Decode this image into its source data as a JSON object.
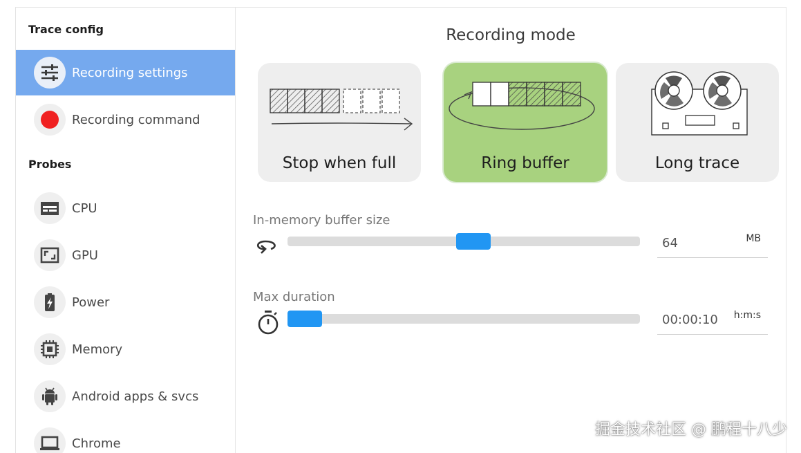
{
  "sidebar": {
    "trace_config_title": "Trace config",
    "probes_title": "Probes",
    "recording_items": [
      {
        "label": "Recording settings",
        "icon": "sliders-icon",
        "active": true
      },
      {
        "label": "Recording command",
        "icon": "record-dot-icon",
        "active": false
      }
    ],
    "probe_items": [
      {
        "label": "CPU",
        "icon": "cpu-icon"
      },
      {
        "label": "GPU",
        "icon": "gpu-icon"
      },
      {
        "label": "Power",
        "icon": "battery-charging-icon"
      },
      {
        "label": "Memory",
        "icon": "memory-chip-icon"
      },
      {
        "label": "Android apps & svcs",
        "icon": "android-icon"
      },
      {
        "label": "Chrome",
        "icon": "laptop-icon"
      }
    ]
  },
  "main": {
    "recording_mode_title": "Recording mode",
    "modes": [
      {
        "label": "Stop when full",
        "selected": false
      },
      {
        "label": "Ring buffer",
        "selected": true
      },
      {
        "label": "Long trace",
        "selected": false
      }
    ],
    "buffer": {
      "label": "In-memory buffer size",
      "value": "64",
      "unit": "MB",
      "slider_fraction": 0.53,
      "icon": "loop-arrow-icon"
    },
    "duration": {
      "label": "Max duration",
      "value": "00:00:10",
      "unit": "h:m:s",
      "slider_fraction": 0.0,
      "icon": "stopwatch-icon"
    }
  },
  "colors": {
    "active_nav": "#75a9ee",
    "selected_mode": "#a8d27f",
    "slider_thumb": "#2196f3",
    "record_dot": "#f02020"
  },
  "watermark": "掘金技术社区 @ 鹏程十八少"
}
